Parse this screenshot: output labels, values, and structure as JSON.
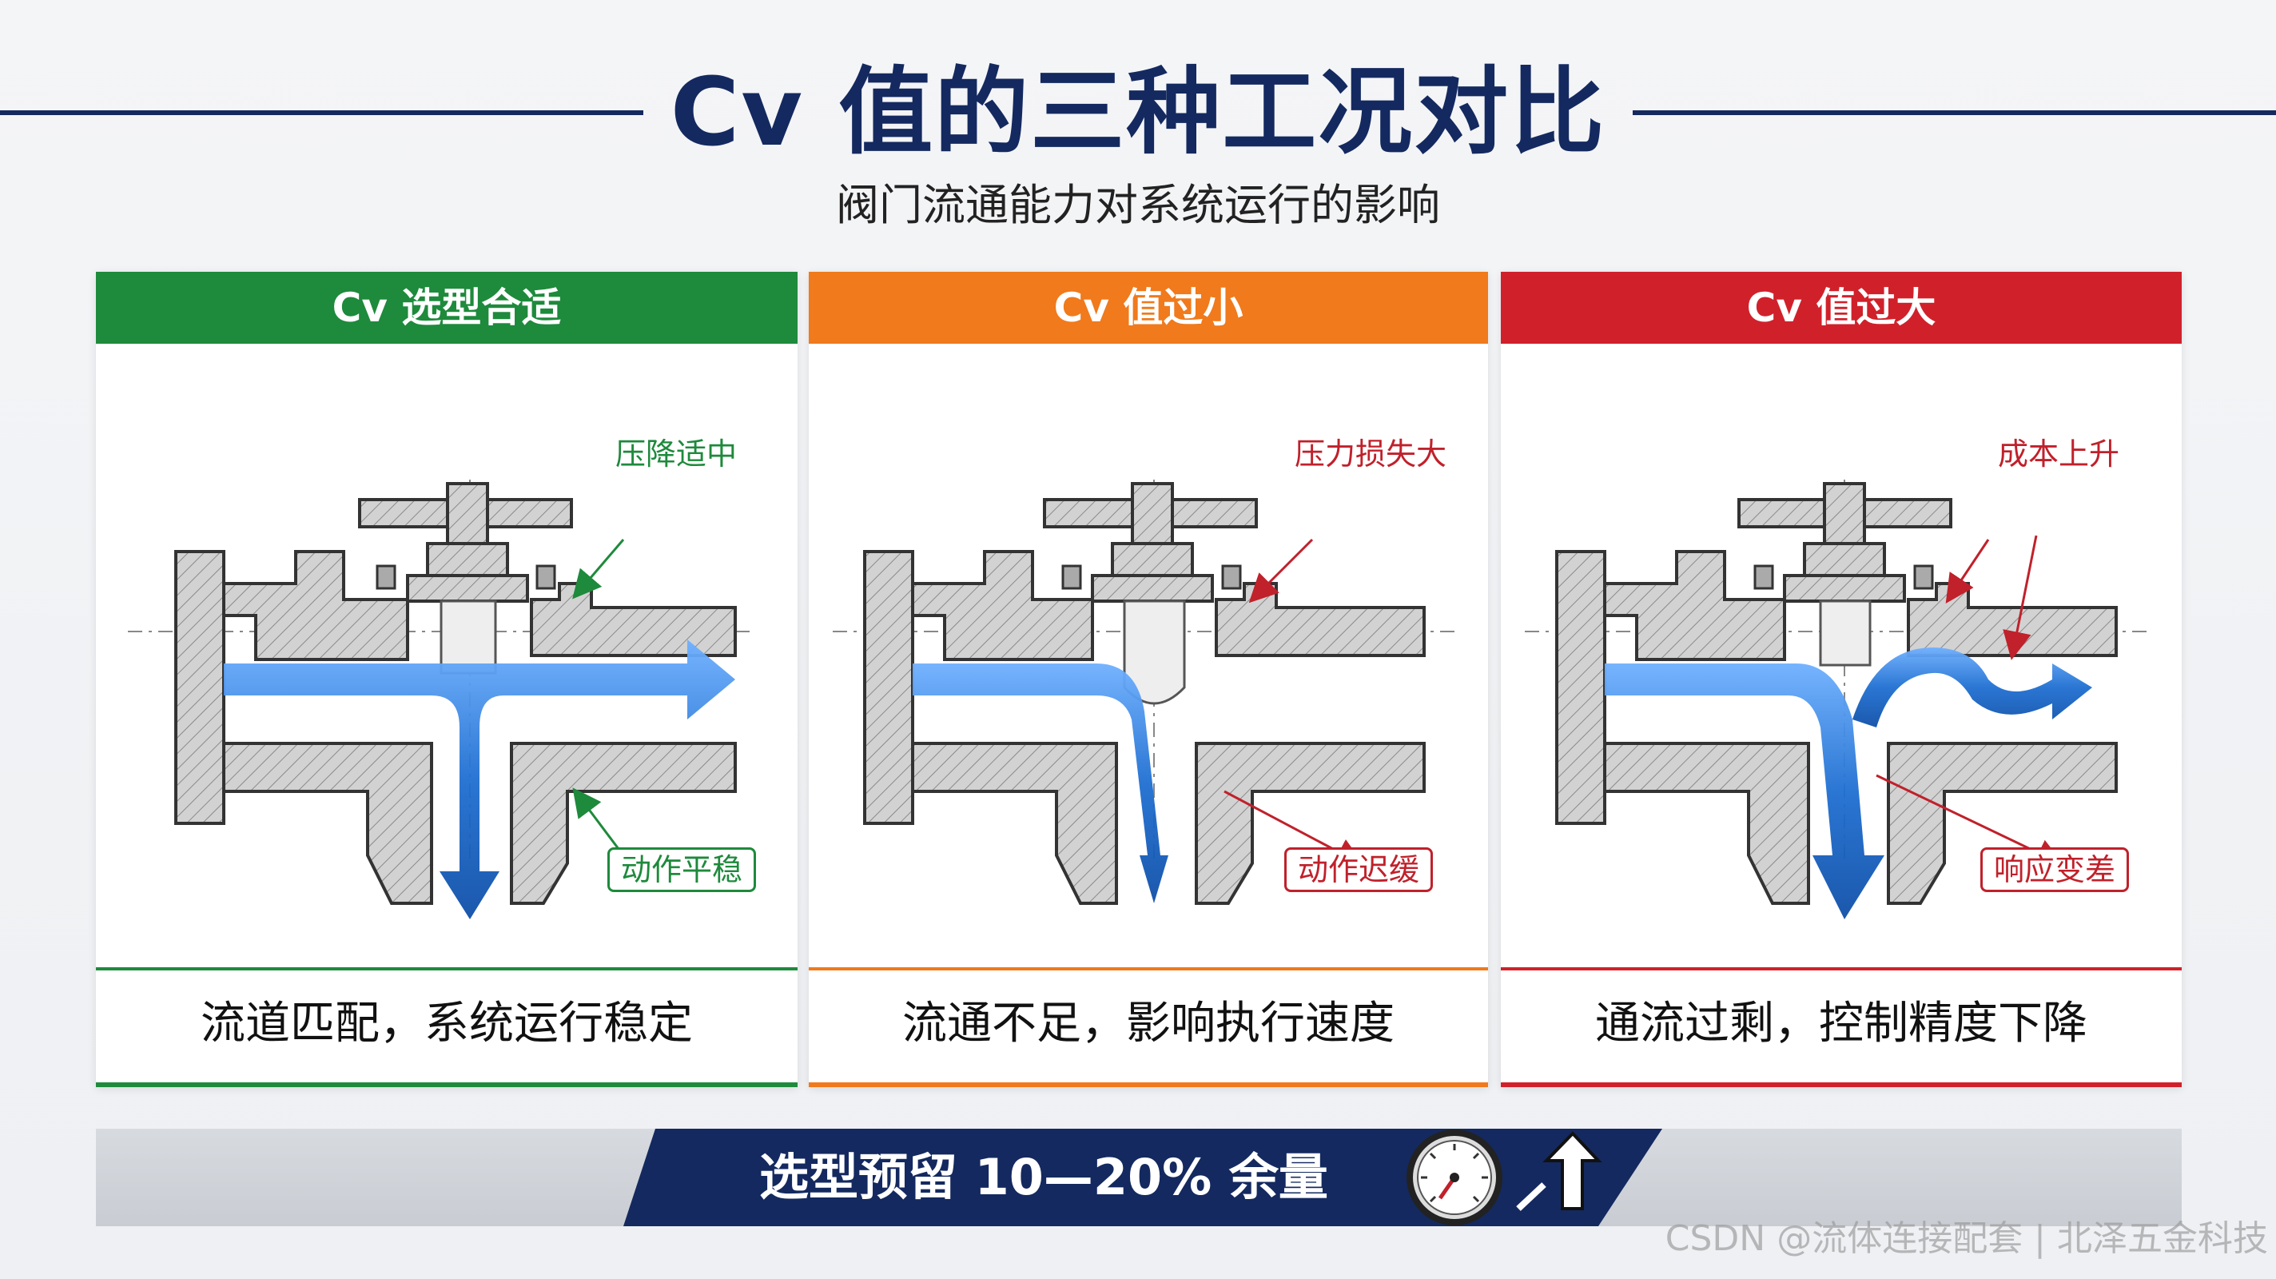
{
  "header": {
    "title": "Cv 值的三种工况对比",
    "subtitle": "阀门流通能力对系统运行的影响"
  },
  "panels": [
    {
      "title": "Cv 选型合适",
      "color": "#1e8a3c",
      "top_callout": "压降适中",
      "bottom_callout": "动作平稳",
      "summary": "流道匹配，系统运行稳定"
    },
    {
      "title": "Cv 值过小",
      "color": "#f07a1c",
      "top_callout": "压力损失大",
      "bottom_callout": "动作迟缓",
      "summary": "流通不足，影响执行速度"
    },
    {
      "title": "Cv 值过大",
      "color": "#d0212b",
      "top_callout": "成本上升",
      "bottom_callout": "响应变差",
      "summary": "通流过剩，控制精度下降"
    }
  ],
  "banner": {
    "text": "选型预留 10—20% 余量",
    "dark_color": "#14295f",
    "icons": [
      "pressure-gauge-icon",
      "arrow-up-icon"
    ]
  },
  "watermark": "CSDN @流体连接配套 | 北泽五金科技",
  "colors": {
    "title": "#14295f",
    "flow": "#1f6fd1",
    "metal": "#c9c9c9"
  }
}
